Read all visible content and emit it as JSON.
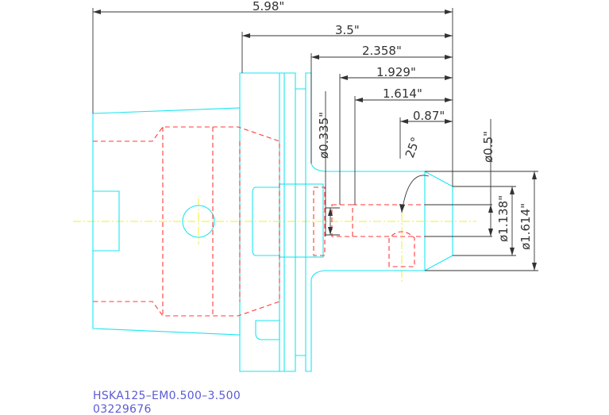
{
  "dimensions": {
    "overall_length": "5.98\"",
    "gauge_length": "3.5\"",
    "length_2358": "2.358\"",
    "length_1929": "1.929\"",
    "length_1614": "1.614\"",
    "length_087": "0.87\"",
    "dia_0335": "ø0.335\"",
    "dia_05": "ø0.5\"",
    "dia_1138": "ø1.138\"",
    "dia_1614": "ø1.614\"",
    "angle": "25°"
  },
  "part": {
    "designation": "HSKA125–EM0.500–3.500",
    "number": "03229676"
  },
  "colors": {
    "outline": "#19e6f0",
    "hidden": "#ff3a3a",
    "centerline": "#f2ef2a",
    "dimension": "#333333",
    "part_text": "#5b5bd6"
  }
}
